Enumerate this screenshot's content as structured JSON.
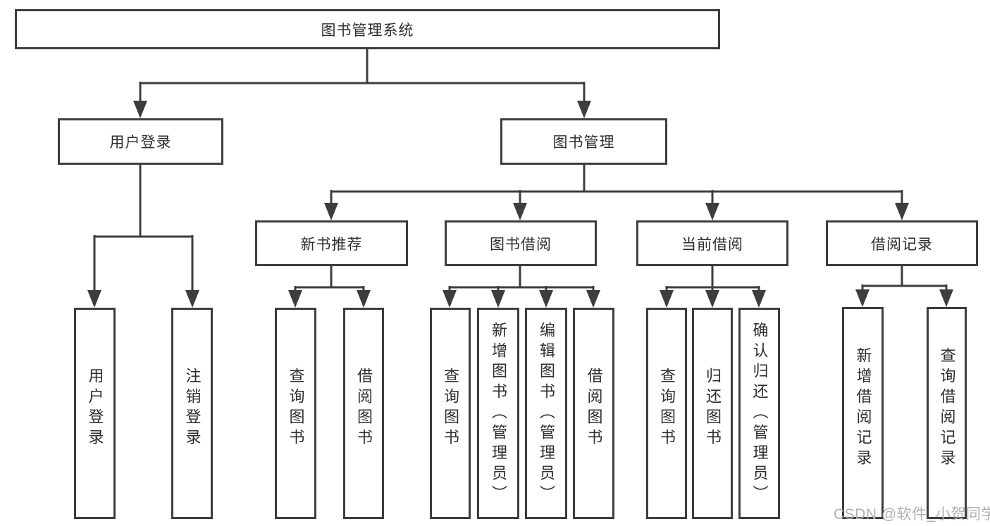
{
  "diagram": {
    "type": "function-structure-tree",
    "colors": {
      "line": "#3d3d3d",
      "box_border": "#3d3d3d",
      "text": "#2e2e2e",
      "background": "#ffffff",
      "watermark": "#b0b0b0"
    },
    "watermark": "CSDN @软件_小贺同学"
  },
  "nodes": {
    "root": "图书管理系统",
    "user_login": "用户登录",
    "book_mgmt": "图书管理",
    "new_book_rec": "新书推荐",
    "book_borrow": "图书借阅",
    "current_borrow": "当前借阅",
    "borrow_records": "借阅记录",
    "leaf_user_login": "用户登录",
    "leaf_logout": "注销登录",
    "leaf_query_book_1": "查询图书",
    "leaf_borrow_book_1": "借阅图书",
    "leaf_query_book_2": "查询图书",
    "leaf_add_book": "新增图书（管理员）",
    "leaf_edit_book": "编辑图书（管理员）",
    "leaf_borrow_book_2": "借阅图书",
    "leaf_query_book_3": "查询图书",
    "leaf_return_book": "归还图书",
    "leaf_confirm_return": "确认归还（管理员）",
    "leaf_add_record": "新增借阅记录",
    "leaf_query_record": "查询借阅记录"
  },
  "hierarchy": {
    "root": "图书管理系统",
    "children": [
      {
        "label": "用户登录",
        "children": [
          "用户登录",
          "注销登录"
        ]
      },
      {
        "label": "图书管理",
        "children": [
          {
            "label": "新书推荐",
            "children": [
              "查询图书",
              "借阅图书"
            ]
          },
          {
            "label": "图书借阅",
            "children": [
              "查询图书",
              "新增图书（管理员）",
              "编辑图书（管理员）",
              "借阅图书"
            ]
          },
          {
            "label": "当前借阅",
            "children": [
              "查询图书",
              "归还图书",
              "确认归还（管理员）"
            ]
          },
          {
            "label": "借阅记录",
            "children": [
              "新增借阅记录",
              "查询借阅记录"
            ]
          }
        ]
      }
    ]
  }
}
